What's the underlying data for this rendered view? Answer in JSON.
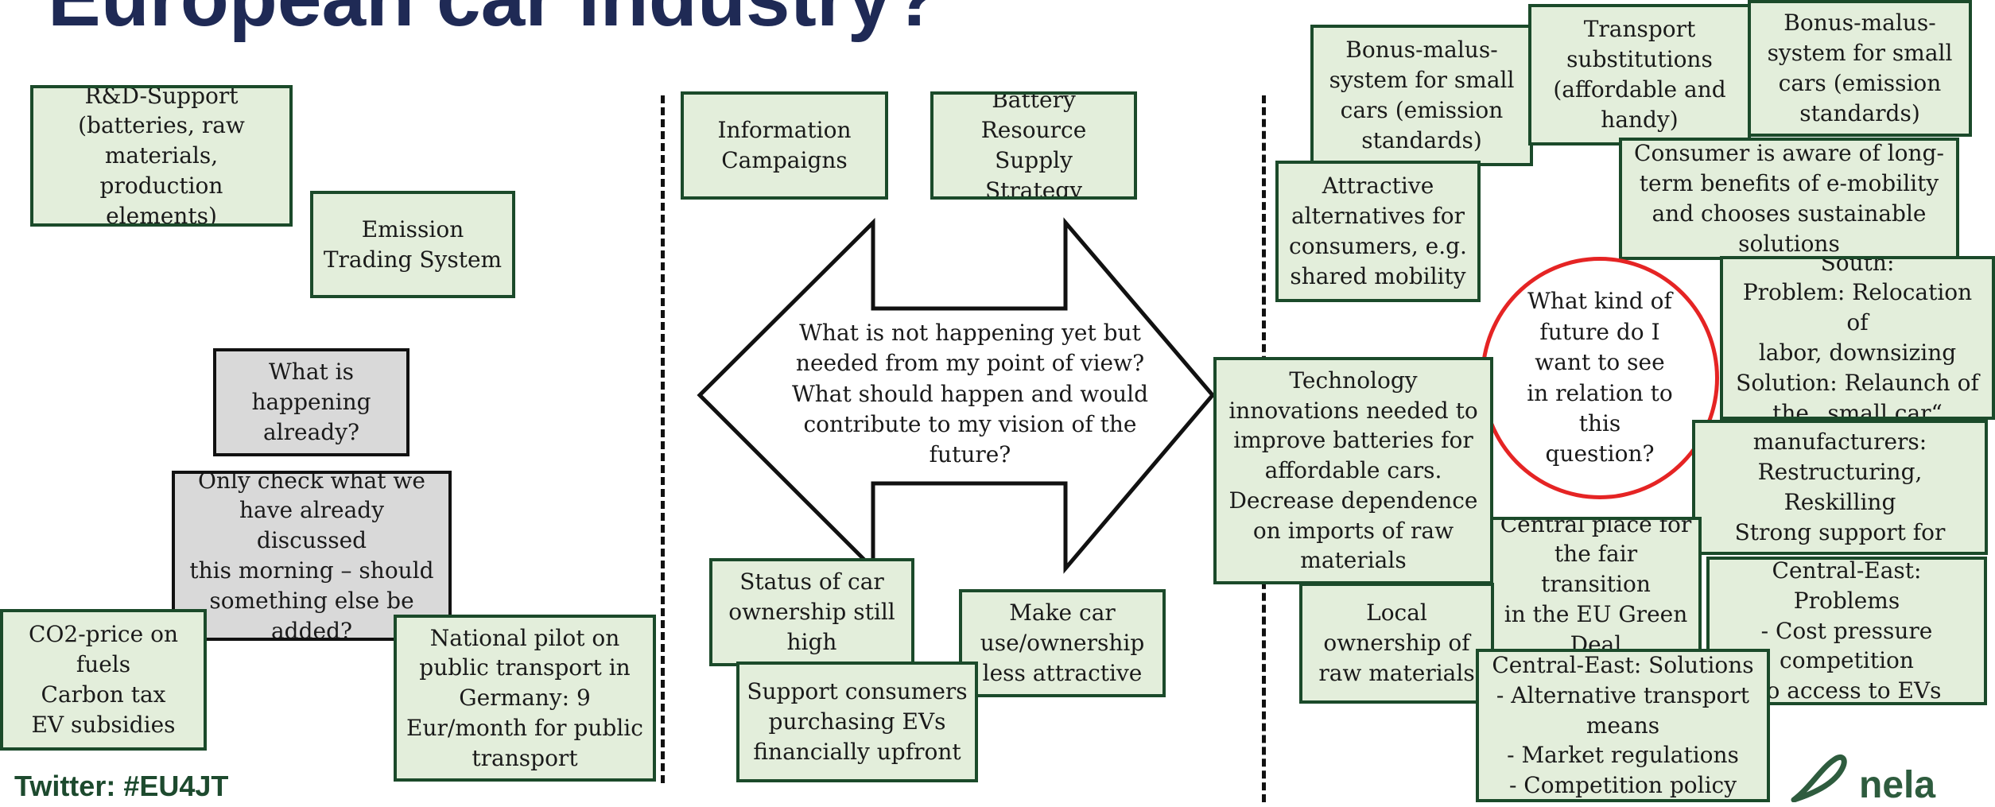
{
  "title": "European car industry?",
  "twitter": "Twitter: #EU4JT",
  "logo": {
    "text": "nela",
    "color": "#2e5c3e"
  },
  "colors": {
    "card_fill": "#e3eedb",
    "card_border": "#1b4a2a",
    "gray_fill": "#d9d9d9",
    "circle_border": "#e52424",
    "title": "#1f2a55"
  },
  "left": {
    "rd_support": "R&D-Support\n(batteries, raw\nmaterials, production\nelements)",
    "emission_trading": "Emission\nTrading System",
    "what_is_happening": "What is\nhappening\nalready?",
    "only_check": "Only check what we\nhave already discussed\nthis morning – should\nsomething else be\nadded?",
    "co2_price": "CO2-price on\nfuels\nCarbon tax\nEV subsidies",
    "national_pilot": "National pilot on\npublic transport in\nGermany: 9\nEur/month for public\ntransport"
  },
  "middle": {
    "information_campaigns": "Information\nCampaigns",
    "battery_strategy": "Battery\nResource Supply\nStrategy",
    "arrow_question": "What is not happening yet but\nneeded from my point of view?\nWhat should happen and would\ncontribute to my vision of the\nfuture?",
    "status_car_ownership": "Status of car\nownership still\nhigh",
    "make_car_use": "Make car\nuse/ownership\nless attractive",
    "support_consumers": "Support consumers\npurchasing EVs\nfinancially upfront"
  },
  "right": {
    "bonus_malus_1": "Bonus-malus-\nsystem for small\ncars (emission\nstandards)",
    "transport_substitutions": "Transport\nsubstitutions\n(affordable and\nhandy)",
    "bonus_malus_2": "Bonus-malus-\nsystem for small\ncars (emission\nstandards)",
    "consumer_aware": "Consumer is aware of long-\nterm benefits of e-mobility\nand chooses sustainable\nsolutions",
    "attractive_alternatives": "Attractive\nalternatives for\nconsumers, e.g.\nshared mobility",
    "future_question": "What kind of\nfuture do I\nwant to see\nin relation to\nthis\nquestion?",
    "south": "South:\nProblem: Relocation of\nlabor, downsizing\nSolution: Relaunch of\nthe „small car“",
    "technology_innovations": "Technology\ninnovations needed to\nimprove batteries for\naffordable cars.\nDecrease dependence\non imports of raw\nmaterials",
    "north": "North – Premium\nmanufacturers:\nRestructuring, Reskilling\nStrong support for SMEs",
    "central_place": "Central place for\nthe fair transition\nin the EU Green\nDeal",
    "central_east_problems": "Central-East: Problems\n-   Cost pressure\ncompetition\nno access to EVs",
    "local_ownership": "Local\nownership of\nraw materials",
    "central_east_solutions": "Central-East: Solutions\n-   Alternative transport\nmeans\n-   Market regulations\n-   Competition policy"
  }
}
